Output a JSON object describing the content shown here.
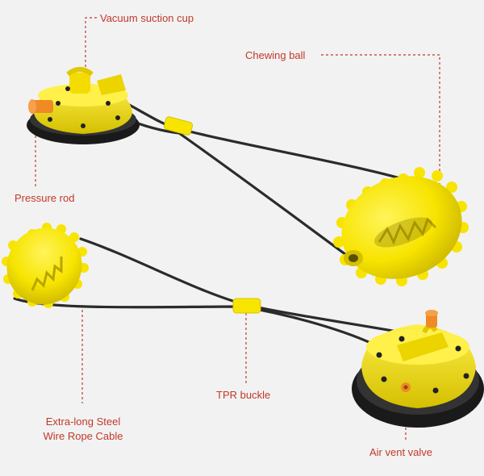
{
  "labels": {
    "vacuum_suction_cup": "Vacuum suction cup",
    "chewing_ball": "Chewing ball",
    "pressure_rod": "Pressure rod",
    "tpr_buckle": "TPR buckle",
    "steel_cable_line1": "Extra-long Steel",
    "steel_cable_line2": "Wire Rope Cable",
    "air_vent_valve": "Air vent valve"
  },
  "colors": {
    "background": "#f2f2f2",
    "label_text": "#c0392b",
    "leader_line": "#c0392b",
    "toy_yellow": "#f7e400",
    "toy_yellow_shade": "#d9c400",
    "base_black": "#1a1a1a",
    "cable": "#2b2b2b",
    "rod_orange": "#f08a24"
  }
}
